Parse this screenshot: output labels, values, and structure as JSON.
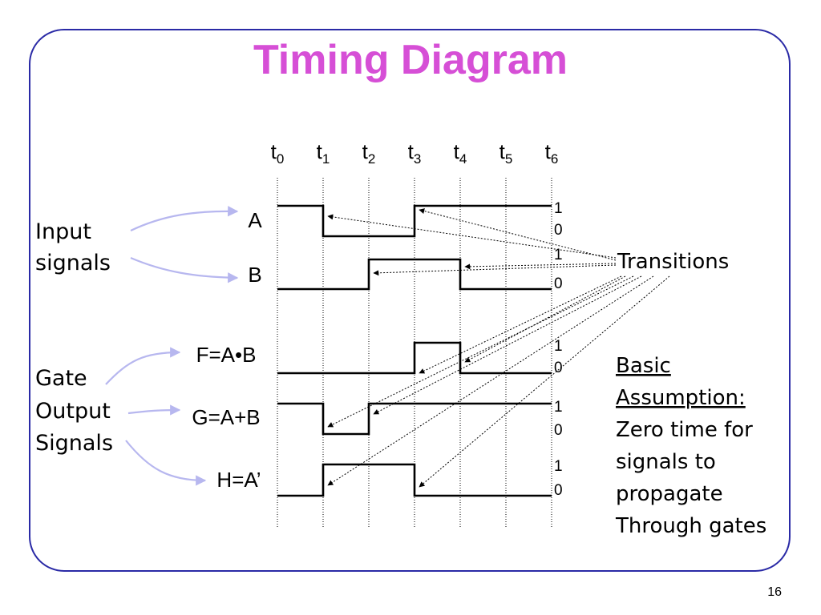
{
  "title": "Timing Diagram",
  "time_ticks": [
    {
      "base": "t",
      "sub": "0"
    },
    {
      "base": "t",
      "sub": "1"
    },
    {
      "base": "t",
      "sub": "2"
    },
    {
      "base": "t",
      "sub": "3"
    },
    {
      "base": "t",
      "sub": "4"
    },
    {
      "base": "t",
      "sub": "5"
    },
    {
      "base": "t",
      "sub": "6"
    }
  ],
  "signals": [
    {
      "label": "A",
      "levels": [
        1,
        0,
        0,
        1,
        1,
        1
      ],
      "high": "1",
      "low": "0"
    },
    {
      "label": "B",
      "levels": [
        0,
        0,
        1,
        1,
        0,
        0
      ],
      "high": "1",
      "low": "0"
    },
    {
      "label": "F=A•B",
      "levels": [
        0,
        0,
        0,
        1,
        0,
        0
      ],
      "high": "1",
      "low": "0"
    },
    {
      "label": "G=A+B",
      "levels": [
        1,
        0,
        1,
        1,
        1,
        1
      ],
      "high": "1",
      "low": "0"
    },
    {
      "label": "H=A’",
      "levels": [
        0,
        1,
        1,
        0,
        0,
        0
      ],
      "high": "1",
      "low": "0"
    }
  ],
  "groups": {
    "input": {
      "lines": [
        "Input",
        "signals"
      ]
    },
    "output": {
      "lines": [
        "Gate",
        "Output",
        "Signals"
      ]
    }
  },
  "transitions_label": "Transitions",
  "assumption": {
    "heading": [
      "Basic ",
      "Assumption:"
    ],
    "lines": [
      "Zero time for",
      "signals to",
      "propagate",
      "Through gates"
    ]
  },
  "page_number": "16",
  "colors": {
    "title": "#d64fd6",
    "frame": "#2a2aa6",
    "group_arrows": "#b7b7ef"
  }
}
